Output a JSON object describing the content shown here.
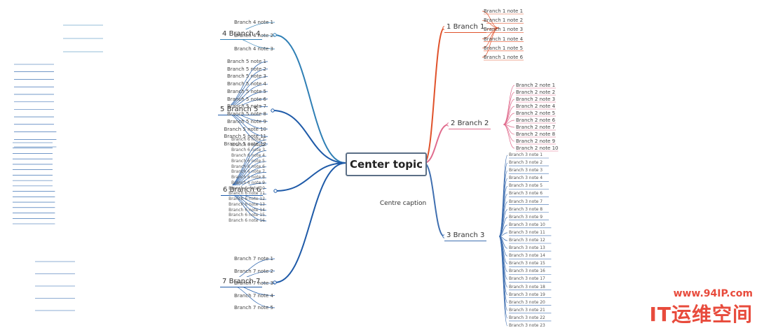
{
  "center": {
    "title": "Center topic"
  },
  "note": "Centre caption",
  "branches": [
    {
      "id": "b1",
      "index": "1",
      "label": "Branch 1",
      "color": "#e0522b"
    },
    {
      "id": "b2",
      "index": "2",
      "label": "Branch 2",
      "color": "#e06a8c"
    },
    {
      "id": "b3",
      "index": "3",
      "label": "Branch 3",
      "color": "#3f6fb0"
    },
    {
      "id": "b4",
      "index": "4",
      "label": "Branch 4",
      "color": "#2f7fb5"
    },
    {
      "id": "b5",
      "index": "5",
      "label": "Branch 5",
      "color": "#1e5aa8"
    },
    {
      "id": "b6",
      "index": "6",
      "label": "Branch 6",
      "color": "#1e5aa8"
    },
    {
      "id": "b7",
      "index": "7",
      "label": "Branch 7",
      "color": "#1e5aa8"
    }
  ],
  "b1_leaves": [
    "Branch 1 note 1",
    "Branch 1 note 2",
    "Branch 1 note 3",
    "Branch 1 note 4",
    "Branch 1 note 5",
    "Branch 1 note 6"
  ],
  "b2_leaves": [
    "Branch 2 note 1",
    "Branch 2 note 2",
    "Branch 2 note 3",
    "Branch 2 note 4",
    "Branch 2 note 5",
    "Branch 2 note 6",
    "Branch 2 note 7",
    "Branch 2 note 8",
    "Branch 2 note 9",
    "Branch 2 note 10"
  ],
  "b3_leaves": [
    "Branch 3 note 1",
    "Branch 3 note 2",
    "Branch 3 note 3",
    "Branch 3 note 4",
    "Branch 3 note 5",
    "Branch 3 note 6",
    "Branch 3 note 7",
    "Branch 3 note 8",
    "Branch 3 note 9",
    "Branch 3 note 10",
    "Branch 3 note 11",
    "Branch 3 note 12",
    "Branch 3 note 13",
    "Branch 3 note 14",
    "Branch 3 note 15",
    "Branch 3 note 16",
    "Branch 3 note 17",
    "Branch 3 note 18",
    "Branch 3 note 19",
    "Branch 3 note 20",
    "Branch 3 note 21",
    "Branch 3 note 22",
    "Branch 3 note 23"
  ],
  "b4_leaves": [
    "Branch 4 note 1",
    "Branch 4 note 2",
    "Branch 4 note 3"
  ],
  "b5_leaves": [
    "Branch 5 note 1",
    "Branch 5 note 2",
    "Branch 5 note 3",
    "Branch 5 note 4",
    "Branch 5 note 5",
    "Branch 5 note 6",
    "Branch 5 note 7",
    "Branch 5 note 8",
    "Branch 5 note 9",
    "Branch 5 note 10",
    "Branch 5 note 11",
    "Branch 5 note 12"
  ],
  "b6_leaves": [
    "Branch 6 note 1",
    "Branch 6 note 2",
    "Branch 6 note 3",
    "Branch 6 note 4",
    "Branch 6 note 5",
    "Branch 6 note 6",
    "Branch 6 note 7",
    "Branch 6 note 8",
    "Branch 6 note 9",
    "Branch 6 note 10",
    "Branch 6 note 11",
    "Branch 6 note 12",
    "Branch 6 note 13",
    "Branch 6 note 14",
    "Branch 6 note 15",
    "Branch 6 note 16"
  ],
  "b7_leaves": [
    "Branch 7 note 1",
    "Branch 7 note 2",
    "Branch 7 note 3",
    "Branch 7 note 4",
    "Branch 7 note 5"
  ],
  "watermark": {
    "line1": "www.94IP.com",
    "line2": "IT运维空间"
  }
}
